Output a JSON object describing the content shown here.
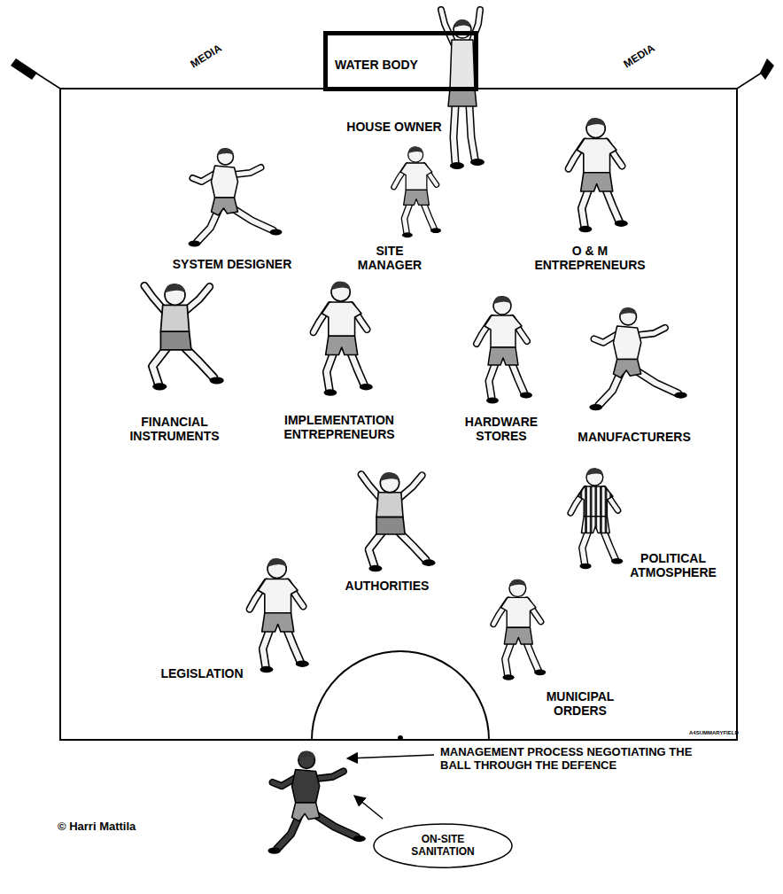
{
  "diagram": {
    "nodes": [
      {
        "text": [
          "WATER BODY"
        ]
      },
      {
        "text": [
          "ON-SITE SANITATION"
        ]
      }
    ],
    "labels": [
      "MEDIA",
      "MEDIA",
      "HOUSE OWNER",
      "SYSTEM DESIGNER",
      "SITE MANAGER",
      "O & M ENTREPRENEURS",
      "FINANCIAL INSTRUMENTS",
      "IMPLEMENTATION ENTREPRENEURS",
      "HARDWARE STORES",
      "MANUFACTURERS",
      "AUTHORITIES",
      "POLITICAL ATMOSPHERE",
      "LEGISLATION",
      "MUNICIPAL ORDERS",
      "MANAGEMENT PROCESS NEGOTIATING THE BALL THROUGH THE DEFENCE",
      "© Harri Mattila",
      "A4SUMMARYFIELD"
    ]
  }
}
